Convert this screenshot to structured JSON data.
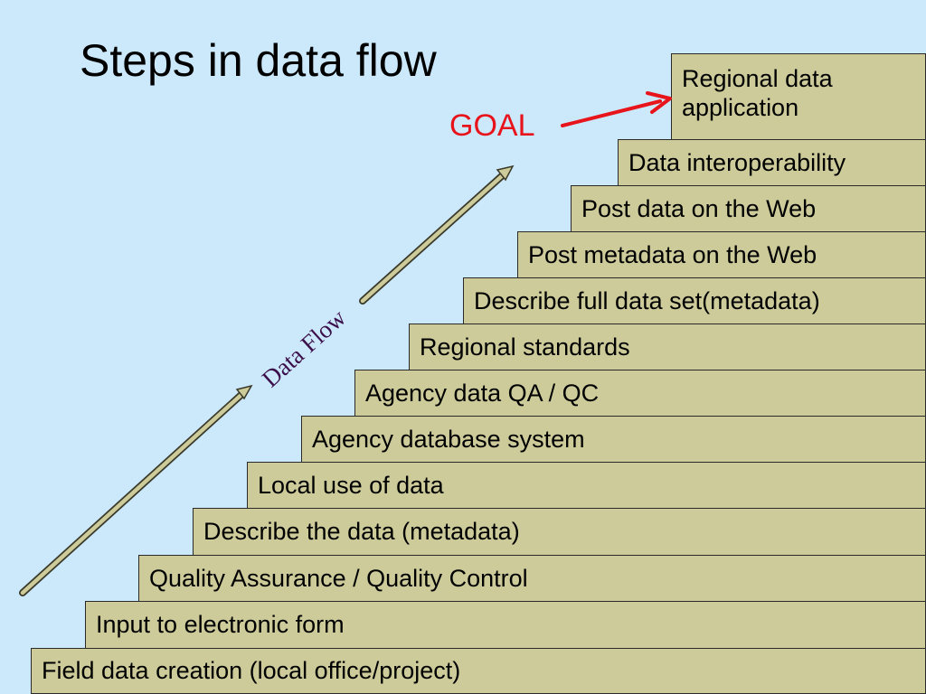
{
  "title": "Steps in data flow",
  "goal_label": "GOAL",
  "flow_label": "Data Flow",
  "steps": [
    "Field data creation (local office/project)",
    "Input to electronic form",
    "Quality Assurance / Quality Control",
    "Describe the data (metadata)",
    "Local use of data",
    "Agency database system",
    "Agency data QA / QC",
    "Regional standards",
    "Describe full data set(metadata)",
    "Post metadata on the Web",
    "Post data on the Web",
    "Data interoperability",
    "Regional data application"
  ],
  "colors": {
    "background": "#cce8fb",
    "step_fill": "#cdcb9a",
    "goal": "#e8141c",
    "flow_label": "#3b0f4a"
  }
}
